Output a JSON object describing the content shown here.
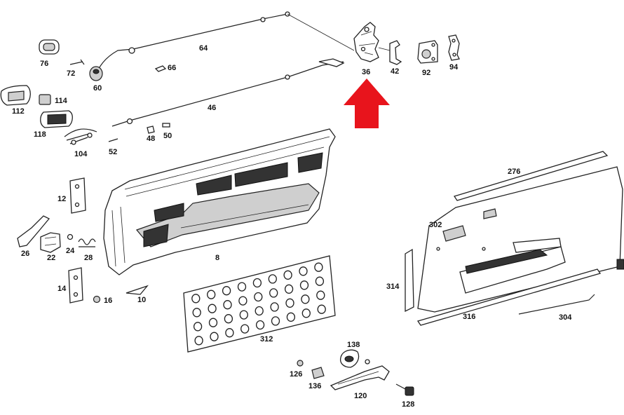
{
  "arrow_color": "#e8141c",
  "labels": {
    "p8": "8",
    "p10": "10",
    "p12": "12",
    "p14": "14",
    "p16": "16",
    "p22": "22",
    "p24": "24",
    "p26": "26",
    "p28": "28",
    "p36": "36",
    "p42": "42",
    "p46": "46",
    "p48": "48",
    "p50": "50",
    "p52": "52",
    "p60": "60",
    "p64": "64",
    "p66": "66",
    "p72": "72",
    "p76": "76",
    "p92": "92",
    "p94": "94",
    "p104": "104",
    "p112": "112",
    "p114": "114",
    "p118": "118",
    "p120": "120",
    "p126": "126",
    "p128": "128",
    "p136": "136",
    "p138": "138",
    "p276": "276",
    "p302": "302",
    "p304": "304",
    "p312": "312",
    "p314": "314",
    "p316": "316"
  }
}
